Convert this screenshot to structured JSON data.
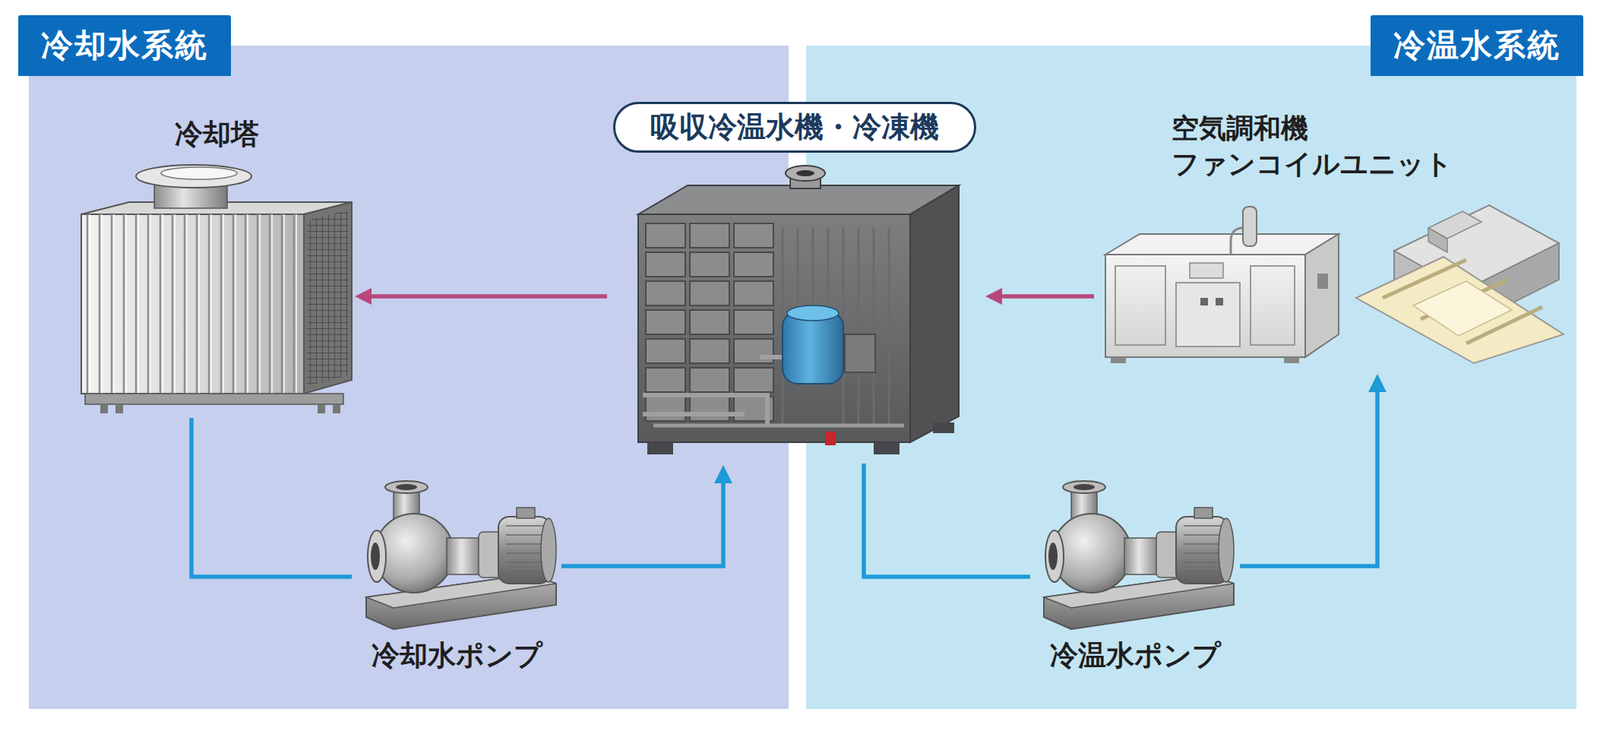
{
  "diagram": {
    "nodes": [
      {
        "text": [
          "冷却水系統"
        ]
      },
      {
        "text": [
          "冷温水系統"
        ]
      },
      {
        "text": [
          "冷却塔"
        ],
        "in": 0
      },
      {
        "text": [
          "冷却水ポンプ"
        ],
        "in": 0
      },
      {
        "text": [
          "吸収冷温水機・冷凍機"
        ]
      },
      {
        "text": [
          "冷温水ポンプ"
        ],
        "in": 1
      },
      {
        "text": [
          "空気調和機",
          "ファンコイルユニット"
        ],
        "in": 1
      }
    ],
    "edges": [
      {
        "from": 4,
        "to": 2,
        "arrow": "to"
      },
      {
        "from": 6,
        "to": 4,
        "arrow": "to"
      },
      {
        "from": 2,
        "to": 3,
        "arrow": "none"
      },
      {
        "from": 3,
        "to": 4,
        "arrow": "to"
      },
      {
        "from": 4,
        "to": 5,
        "arrow": "none"
      },
      {
        "from": 5,
        "to": 6,
        "arrow": "to"
      }
    ]
  }
}
